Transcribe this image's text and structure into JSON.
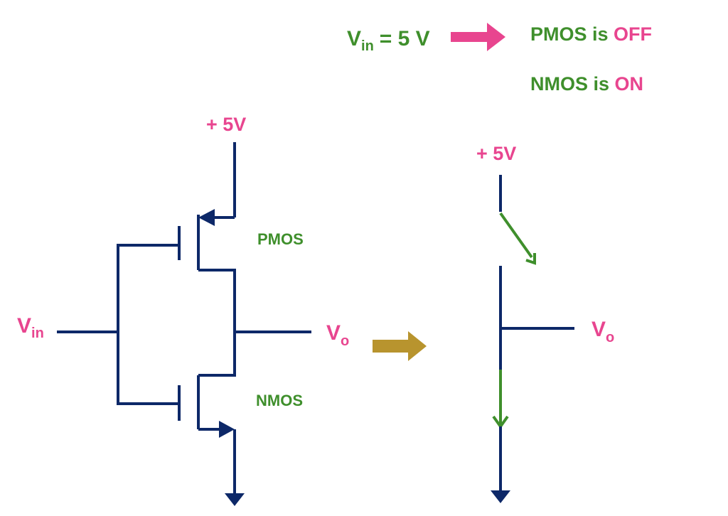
{
  "header": {
    "vin_symbol": "V",
    "vin_sub": "in",
    "vin_value": "= 5 V",
    "pmos_prefix": "PMOS is ",
    "pmos_state": "OFF",
    "nmos_prefix": "NMOS is ",
    "nmos_state": "ON"
  },
  "circuit": {
    "supply_label": "+ 5V",
    "pmos_label": "PMOS",
    "nmos_label": "NMOS",
    "input_symbol": "V",
    "input_sub": "in",
    "output_symbol": "V",
    "output_sub": "o"
  },
  "equivalent": {
    "supply_label": "+ 5V",
    "output_symbol": "V",
    "output_sub": "o"
  },
  "colors": {
    "wire": "#0d2868",
    "green": "#3f8f2c",
    "pink": "#e8458f",
    "gold": "#b8942e"
  }
}
